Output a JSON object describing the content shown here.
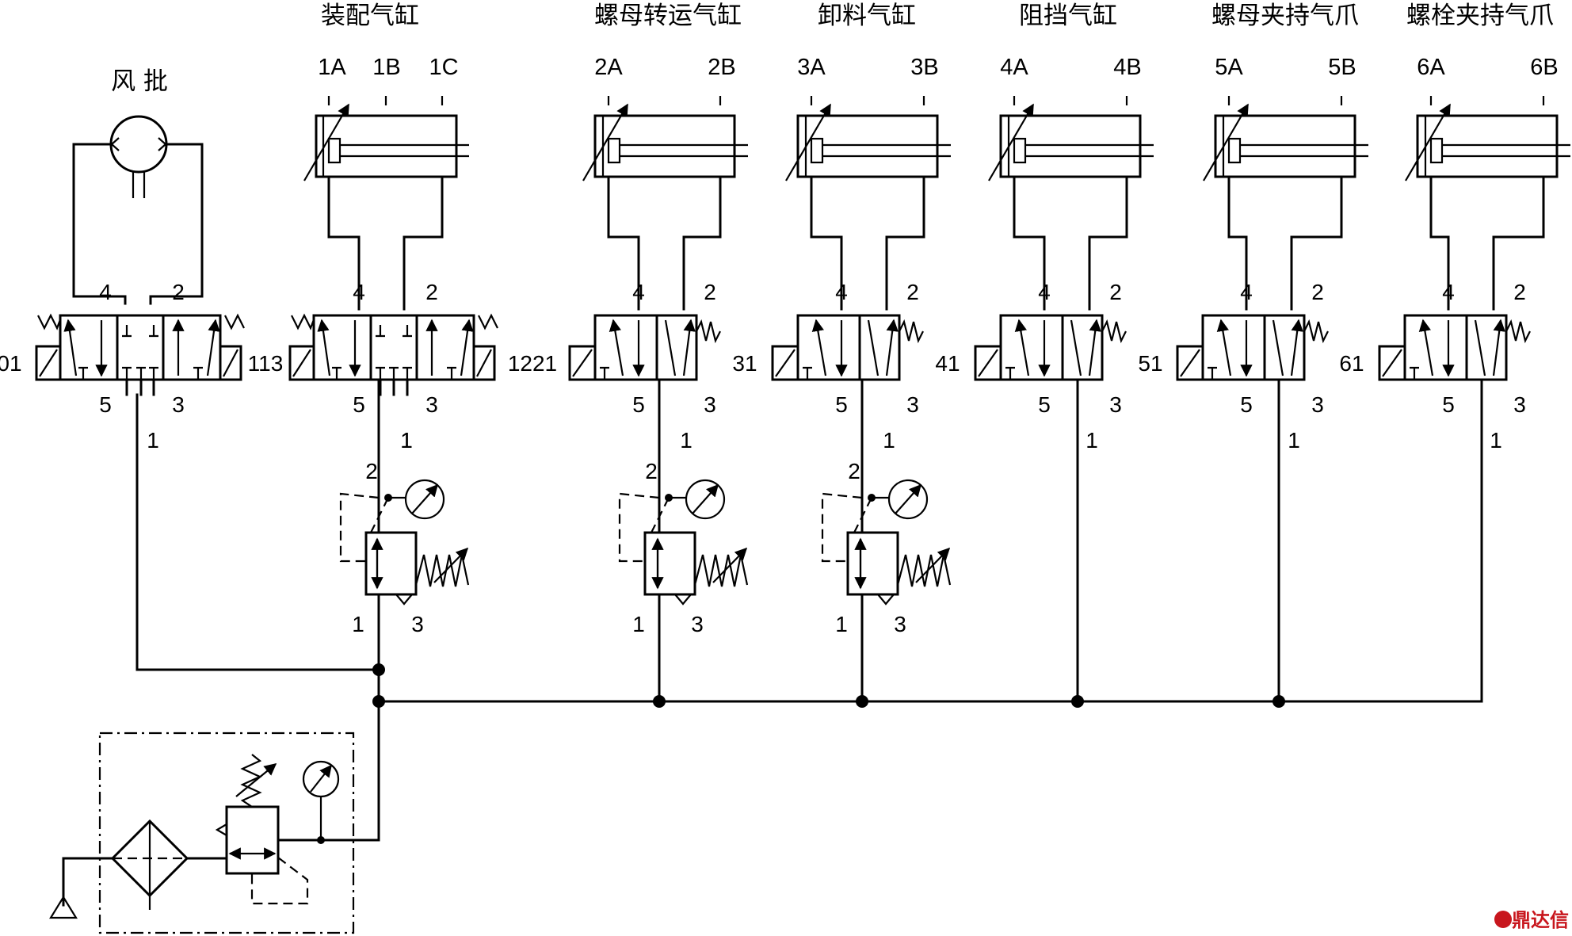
{
  "screwdriver": {
    "label": "风 批",
    "valve": {
      "id": "01",
      "port_a": "4",
      "port_b": "2",
      "exhaust_a": "5",
      "exhaust_b": "3",
      "supply": "1"
    }
  },
  "units": [
    {
      "title": "装配气缸",
      "cylinder_ports": [
        "1A",
        "1B",
        "1C"
      ],
      "valve": {
        "id": "113",
        "port_a": "4",
        "port_b": "2",
        "exhaust_a": "5",
        "exhaust_b": "3",
        "supply": "1"
      },
      "regulator": {
        "in": "1",
        "out": "2",
        "exhaust": "3",
        "supply": "1"
      }
    },
    {
      "title": "螺母转运气缸",
      "cylinder_ports": [
        "2A",
        "2B"
      ],
      "valve": {
        "id": "1221",
        "port_a": "4",
        "port_b": "2",
        "exhaust_a": "5",
        "exhaust_b": "3",
        "supply": "1"
      },
      "regulator": {
        "in": "1",
        "out": "2",
        "exhaust": "3",
        "supply": "1"
      }
    },
    {
      "title": "卸料气缸",
      "cylinder_ports": [
        "3A",
        "3B"
      ],
      "valve": {
        "id": "31",
        "port_a": "4",
        "port_b": "2",
        "exhaust_a": "5",
        "exhaust_b": "3",
        "supply": "1"
      },
      "regulator": {
        "in": "1",
        "out": "2",
        "exhaust": "3",
        "supply": "1"
      }
    },
    {
      "title": "阻挡气缸",
      "cylinder_ports": [
        "4A",
        "4B"
      ],
      "valve": {
        "id": "41",
        "port_a": "4",
        "port_b": "2",
        "exhaust_a": "5",
        "exhaust_b": "3",
        "supply": "1"
      }
    },
    {
      "title": "螺母夹持气爪",
      "cylinder_ports": [
        "5A",
        "5B"
      ],
      "valve": {
        "id": "51",
        "port_a": "4",
        "port_b": "2",
        "exhaust_a": "5",
        "exhaust_b": "3",
        "supply": "1"
      }
    },
    {
      "title": "螺栓夹持气爪",
      "cylinder_ports": [
        "6A",
        "6B"
      ],
      "valve": {
        "id": "61",
        "port_a": "4",
        "port_b": "2",
        "exhaust_a": "5",
        "exhaust_b": "3",
        "supply": "1"
      }
    }
  ],
  "watermark": {
    "text": "鼎达信"
  }
}
